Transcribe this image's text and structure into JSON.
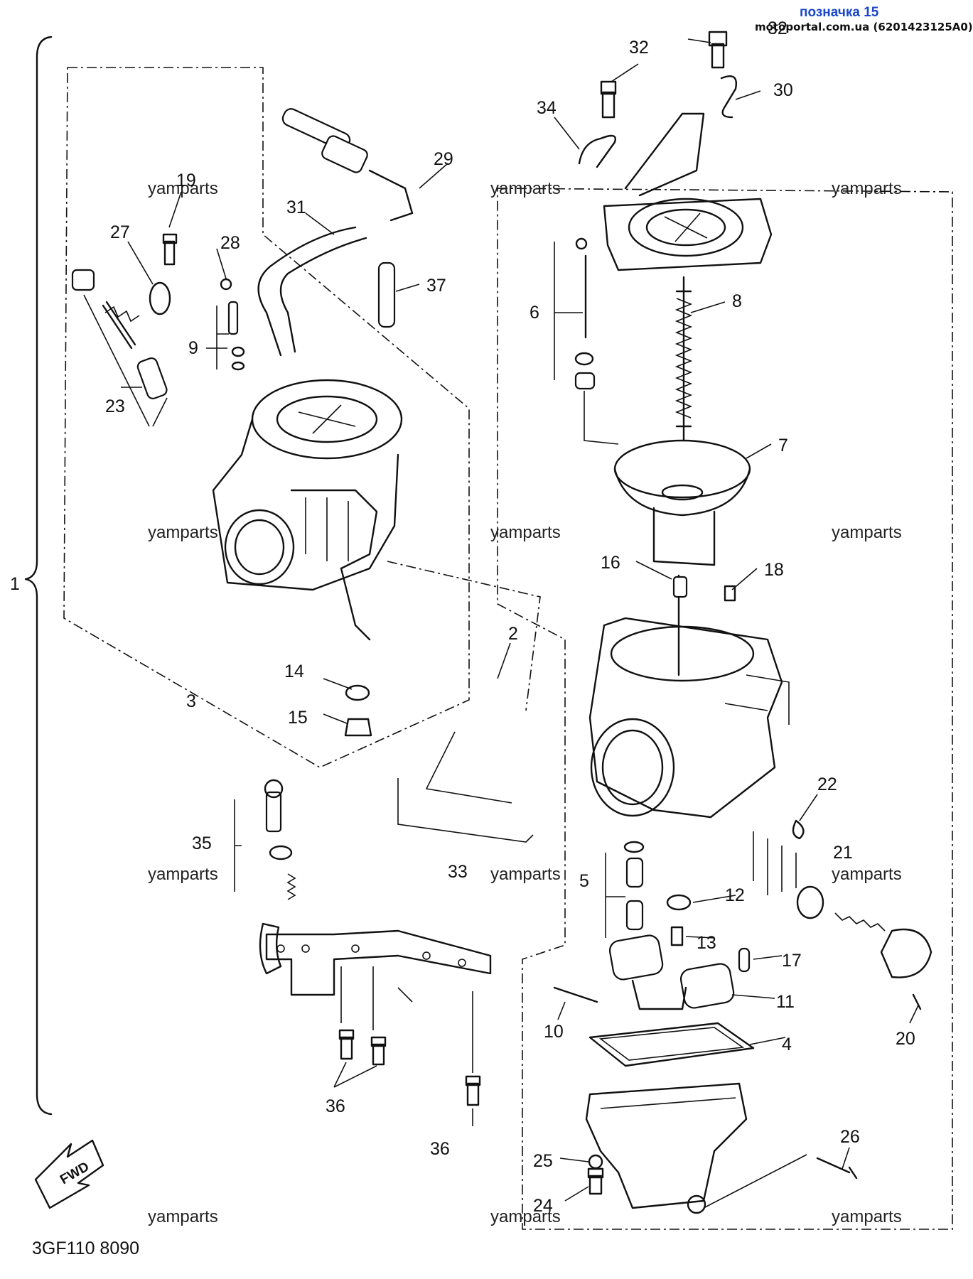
{
  "header": {
    "badge": "позначка 15",
    "source": "motoportal.com.ua (6201423125A0)"
  },
  "colors": {
    "badge": "#1a47c9",
    "ink": "#111111",
    "paper": "#ffffff"
  },
  "watermark": "yamparts",
  "drawing_code": "3GF110 8090",
  "fwd_label": "FWD",
  "callouts": {
    "c1": "1",
    "c2": "2",
    "c3": "3",
    "c4": "4",
    "c5": "5",
    "c6": "6",
    "c7": "7",
    "c8": "8",
    "c9": "9",
    "c10": "10",
    "c11": "11",
    "c12": "12",
    "c13": "13",
    "c14": "14",
    "c15": "15",
    "c16": "16",
    "c17": "17",
    "c18": "18",
    "c19": "19",
    "c20": "20",
    "c21": "21",
    "c22": "22",
    "c23": "23",
    "c24": "24",
    "c25": "25",
    "c26": "26",
    "c27": "27",
    "c28": "28",
    "c29": "29",
    "c30": "30",
    "c31": "31",
    "c32": "32",
    "c32b": "32",
    "c33": "33",
    "c34": "34",
    "c35": "35",
    "c36": "36",
    "c36b": "36",
    "c37": "37"
  }
}
